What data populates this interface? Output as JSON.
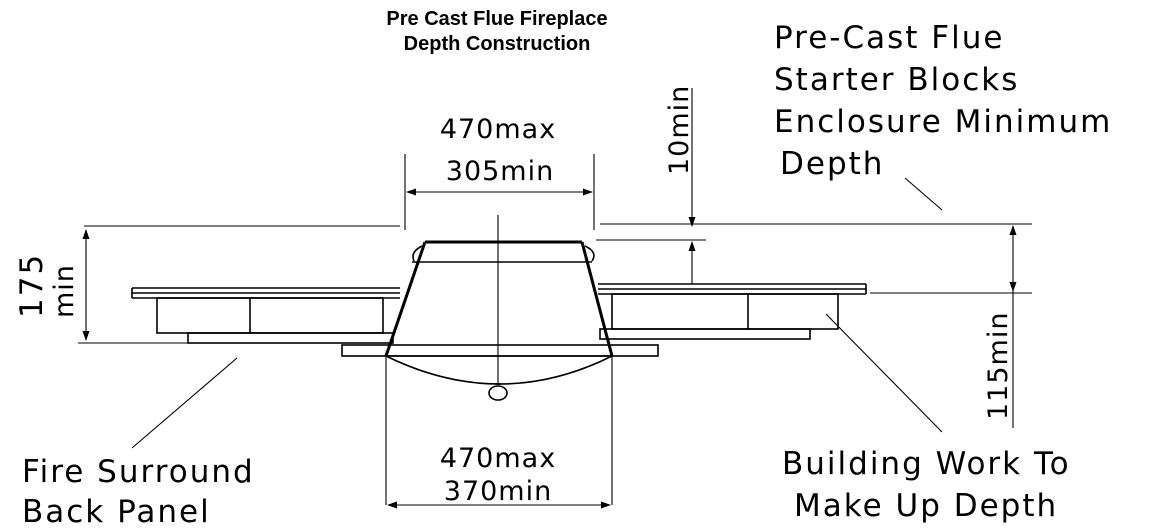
{
  "title": {
    "line1": "Pre Cast Flue Fireplace",
    "line2": "Depth Construction"
  },
  "labels": {
    "starter_blocks": [
      "Pre-Cast Flue",
      "Starter Blocks",
      "Enclosure Minimum",
      "Depth"
    ],
    "back_panel": [
      "Fire Surround",
      "Back Panel"
    ],
    "building_work": [
      "Building Work To",
      "Make Up Depth"
    ]
  },
  "dimensions": {
    "top_max": "470max",
    "top_min": "305min",
    "bottom_max": "470max",
    "bottom_min": "370min",
    "gap_10": "10min",
    "left_175": "175",
    "left_min": "min",
    "right_115": "115min"
  }
}
